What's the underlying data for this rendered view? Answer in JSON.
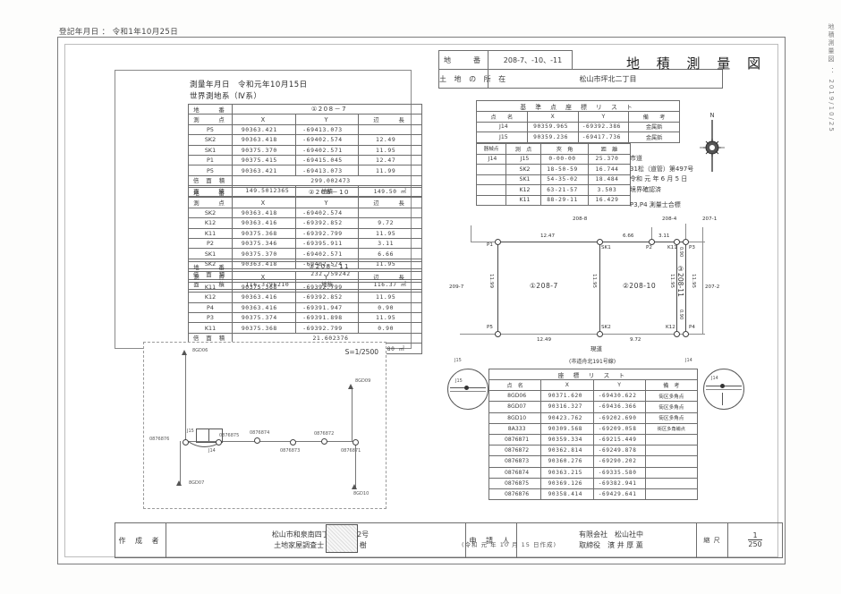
{
  "registration_stamp": "登記年月日 ： 令和1年10月25日",
  "margin_note": "地積測量図 ： 2019/10/25",
  "header": {
    "chiban_label": "地　　番",
    "chiban_value": "208-7、-10、-11",
    "location_label": "土 地 の 所 在",
    "location_value": "松山市坪北二丁目",
    "title": "地 積 測 量 図"
  },
  "survey": {
    "date_line": "測量年月日　令和元年10月15日",
    "geodetic_line": "世界測地系（Ⅳ系）"
  },
  "parcel_tables": [
    {
      "chiban_label": "地　　番",
      "chiban_value": "①208－7",
      "headers": [
        "測　　点",
        "X",
        "Y",
        "辺　　長"
      ],
      "rows": [
        [
          "P5",
          "90363.421",
          "-69413.073",
          ""
        ],
        [
          "SK2",
          "90363.418",
          "-69402.574",
          "12.49"
        ],
        [
          "SK1",
          "90375.370",
          "-69402.571",
          "11.95"
        ],
        [
          "P1",
          "90375.415",
          "-69415.045",
          "12.47"
        ],
        [
          "P5",
          "90363.421",
          "-69413.073",
          "11.99"
        ]
      ],
      "倍面積_label": "倍 面 積",
      "倍面積_value": "299.002473",
      "面積_label": "面　　積",
      "面積_value": "149.5012365",
      "地積_label": "地積",
      "地積_value": "149.50 ㎡"
    },
    {
      "chiban_label": "地　　番",
      "chiban_value": "②208－10",
      "headers": [
        "測　　点",
        "X",
        "Y",
        "辺　　長"
      ],
      "rows": [
        [
          "SK2",
          "90363.418",
          "-69402.574",
          ""
        ],
        [
          "K12",
          "90363.416",
          "-69392.852",
          "9.72"
        ],
        [
          "K11",
          "90375.368",
          "-69392.799",
          "11.95"
        ],
        [
          "P2",
          "90375.346",
          "-69395.911",
          "3.11"
        ],
        [
          "SK1",
          "90375.370",
          "-69402.571",
          "6.66"
        ],
        [
          "SK2",
          "90363.418",
          "-69402.574",
          "11.95"
        ]
      ],
      "倍面積_label": "倍 面 積",
      "倍面積_value": "232.759242",
      "面積_label": "面　　積",
      "面積_value": "116.3796210",
      "地積_label": "地積",
      "地積_value": "116.37 ㎡"
    },
    {
      "chiban_label": "地　　番",
      "chiban_value": "③208－11",
      "headers": [
        "測　　点",
        "X",
        "Y",
        "辺　　長"
      ],
      "rows": [
        [
          "K11",
          "90375.368",
          "-69392.799",
          ""
        ],
        [
          "K12",
          "90363.416",
          "-69392.852",
          "11.95"
        ],
        [
          "P4",
          "90363.416",
          "-69391.947",
          "0.90"
        ],
        [
          "P3",
          "90375.374",
          "-69391.898",
          "11.95"
        ],
        [
          "K11",
          "90375.368",
          "-69392.799",
          "0.90"
        ]
      ],
      "倍面積_label": "倍 面 積",
      "倍面積_value": "21.602376",
      "面積_label": "面　　積",
      "面積_value": "10.8011880",
      "地積_label": "地積",
      "地積_value": "10.80 ㎡"
    }
  ],
  "ref_list": {
    "caption": "基 準 点 座 標 リ ス ト",
    "headers": [
      "点　　名",
      "X",
      "Y",
      "備　　考"
    ],
    "rows": [
      [
        "J14",
        "90359.965",
        "-69392.386",
        "金属鋲"
      ],
      [
        "J15",
        "90359.236",
        "-69417.736",
        "金属鋲"
      ]
    ]
  },
  "direction_list": {
    "headers": [
      "器械点",
      "測　点",
      "夾　角",
      "距　離"
    ],
    "rows": [
      [
        "J14",
        "J15",
        "0-00-00",
        "25.370"
      ],
      [
        "",
        "SK2",
        "18-50-59",
        "16.744"
      ],
      [
        "",
        "SK1",
        "54-35-02",
        "18.484"
      ],
      [
        "",
        "K12",
        "63-21-57",
        "3.503"
      ],
      [
        "",
        "K11",
        "88-29-11",
        "16.429"
      ]
    ]
  },
  "notes": [
    "市道",
    "31松（道管）第497号",
    "令和 元 年 6 月 5 日",
    "境界確認済",
    "P3,P4 測量士合標"
  ],
  "compass_label": "N",
  "diagram": {
    "parcels": [
      {
        "id": "①208-7"
      },
      {
        "id": "②208-10"
      },
      {
        "id": "③208-11"
      }
    ],
    "neighbors": {
      "top_left": "208-8",
      "top_mid": "208-4",
      "top_right": "207-1",
      "left": "209-7",
      "right": "207-2"
    },
    "points": [
      "P1",
      "SK1",
      "P2",
      "K11",
      "P3",
      "P5",
      "SK2",
      "K12",
      "P4"
    ],
    "dims": {
      "top_a": "12.47",
      "top_b": "6.66",
      "top_c": "3.11",
      "bottom_a": "12.49",
      "bottom_b": "9.72",
      "left_v": "11.99",
      "mid_v": "11.95",
      "r1_v": "11.95",
      "r2_v": "11.95",
      "small_top": "0.90",
      "small_bottom": "0.90"
    },
    "road_label": "現道",
    "road_note": "(市道舟北191号線)"
  },
  "insets": {
    "left_label": "J15",
    "right_label": "J14"
  },
  "coord_list": {
    "caption": "座 標 リ ス ト",
    "headers": [
      "点　名",
      "X",
      "Y",
      "備　考"
    ],
    "rows": [
      [
        "8GD06",
        "90371.620",
        "-69430.622",
        "街区多角点"
      ],
      [
        "8GD07",
        "90316.327",
        "-69436.366",
        "街区多角点"
      ],
      [
        "8GD10",
        "90423.762",
        "-69202.690",
        "街区多角点"
      ],
      [
        "8A333",
        "90309.568",
        "-69209.058",
        "街区多角補点"
      ],
      [
        "0876871",
        "90359.334",
        "-69215.449",
        ""
      ],
      [
        "0876872",
        "90362.814",
        "-69249.878",
        ""
      ],
      [
        "0876873",
        "90360.276",
        "-69290.202",
        ""
      ],
      [
        "0876874",
        "90363.215",
        "-69335.580",
        ""
      ],
      [
        "0876875",
        "90369.126",
        "-69382.941",
        ""
      ],
      [
        "0876876",
        "90358.414",
        "-69429.641",
        ""
      ]
    ]
  },
  "network_map": {
    "scale": "S=1/2500",
    "nodes": [
      {
        "label": "8GD06"
      },
      {
        "label": "8GD09"
      },
      {
        "label": "8GD07"
      },
      {
        "label": "8GD10"
      },
      {
        "label": "J15"
      },
      {
        "label": "J14"
      },
      {
        "label": "0876876"
      },
      {
        "label": "0876875"
      },
      {
        "label": "0876874"
      },
      {
        "label": "0876873"
      },
      {
        "label": "0876872"
      },
      {
        "label": "0876871"
      }
    ]
  },
  "footer": {
    "author_label": "作 成 者",
    "author_address": "松山市和泉南四丁目11番12号",
    "author_name": "土地家屋調査士　末 光 直 樹",
    "made_date": "(令和 元 年  10 月   15 日作成)",
    "applicant_label": "申 請 人",
    "applicant_company": "有限会社　松山社中",
    "applicant_person": "取締役　濱 井 厚 薫",
    "scale_label": "縮 尺",
    "scale_top": "1",
    "scale_bottom": "250"
  }
}
